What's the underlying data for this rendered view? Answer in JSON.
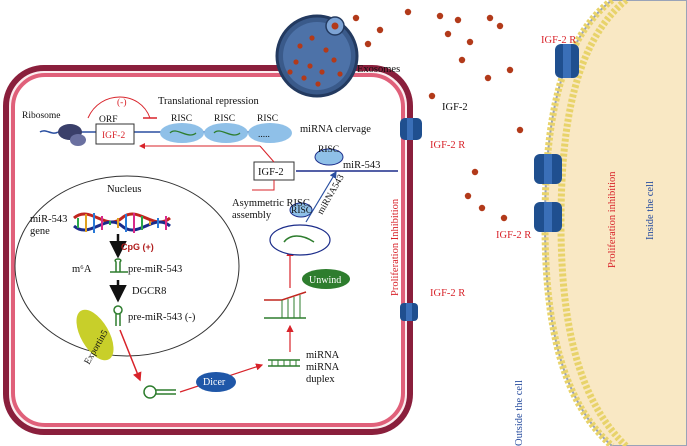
{
  "labels": {
    "exosomes": "Exosomes",
    "igf2_top": "IGF-2",
    "igf2r_top": "IGF-2 R",
    "igf2r_right_cell": "IGF-2 R",
    "igf2r_mid": "IGF-2 R",
    "igf2r_lower": "IGF-2 R",
    "translational_repression": "Translational repression",
    "ribosome": "Ribosome",
    "orf": "ORF",
    "igf2_mrna": "IGF-2",
    "minus_sign": "(-)",
    "risc1": "RISC",
    "risc2": "RISC",
    "risc3": "RISC",
    "risc_dots": ".....",
    "mirna_cleavage": "miRNA clervage",
    "risc_cleave": "RISC",
    "mir543_cleave": "miR-543",
    "igf2_box": "IGF-2",
    "nucleus": "Nucleus",
    "mir543_gene_line1": "miR-543",
    "mir543_gene_line2": "gene",
    "cpg": "CpG (+)",
    "m6a": "m⁶A",
    "pre_mir543": "pre-miR-543",
    "dgcr8": "DGCR8",
    "pre_mir543_minus": "pre-miR-543 (-)",
    "exportin5": "Exportin5",
    "dicer": "Dicer",
    "mirna_line1": "miRNA",
    "mirna_line2": "miRNA",
    "duplex": "duplex",
    "unwind": "Unwind",
    "asym_line1": "Asymmetric RISC",
    "asym_line2": "assembly",
    "risc_small": "RISC",
    "mirna543_rot": "miRNA543",
    "proliferation_inhibition_left": "Proliferation Inhibition",
    "proliferation_inhibition_right": "Proliferation inhibition",
    "outside_cell": "Outside the cell",
    "inside_cell": "Inside the cell"
  },
  "colors": {
    "membrane": "#8a1f3c",
    "membrane_inner": "#e0607a",
    "receptor": "#1f4f8f",
    "exosome_dot": "#b23a1a",
    "risc": "#8fc0e8",
    "dicer": "#1f57a8",
    "exportin": "#c8cf2a",
    "unwind": "#2e7d2e",
    "cell_fill": "#f9e8c4",
    "lipid_head": "#e8d36a"
  }
}
